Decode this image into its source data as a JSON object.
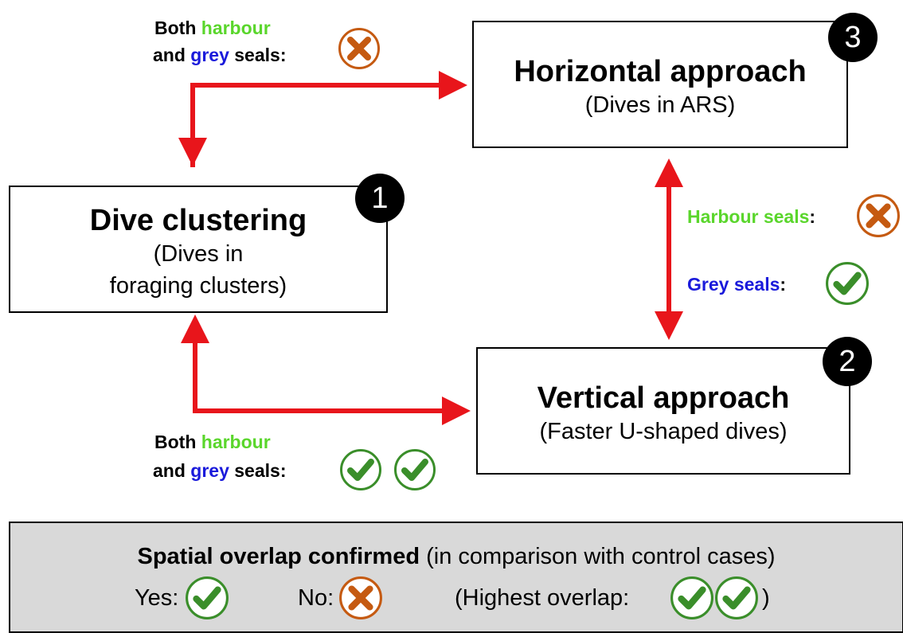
{
  "boxes": {
    "dive_clustering": {
      "title": "Dive clustering",
      "line1": "(Dives in",
      "line2": "foraging clusters)",
      "number": "1"
    },
    "vertical": {
      "title": "Vertical approach",
      "subtitle": "(Faster U-shaped dives)",
      "number": "2"
    },
    "horizontal": {
      "title": "Horizontal approach",
      "subtitle": "(Dives in ARS)",
      "number": "3"
    }
  },
  "labels": {
    "top_left": {
      "both": "Both",
      "harbour": "harbour",
      "and": "and",
      "grey": "grey",
      "seals": "seals:",
      "result": "cross-icon"
    },
    "bottom_left": {
      "both": "Both",
      "harbour": "harbour",
      "and": "and",
      "grey": "grey",
      "seals": "seals:",
      "result": "check-icon check-icon"
    },
    "right": {
      "harbour_seals": "Harbour seals",
      "harbour_colon": ":",
      "harbour_result": "cross-icon",
      "grey_seals": "Grey seals",
      "grey_colon": ":",
      "grey_result": "check-icon"
    }
  },
  "legend": {
    "title_bold": "Spatial overlap confirmed",
    "title_rest": " (in comparison with control cases)",
    "yes": "Yes:",
    "no": "No:",
    "highest_prefix": "(Highest overlap:",
    "highest_suffix": ")"
  },
  "colors": {
    "arrow": "#e8151b",
    "harbour": "#5ad62c",
    "grey": "#1a1adb",
    "check": "#3a8e2a",
    "cross": "#c55a11",
    "legend_bg": "#d9d9d9"
  }
}
